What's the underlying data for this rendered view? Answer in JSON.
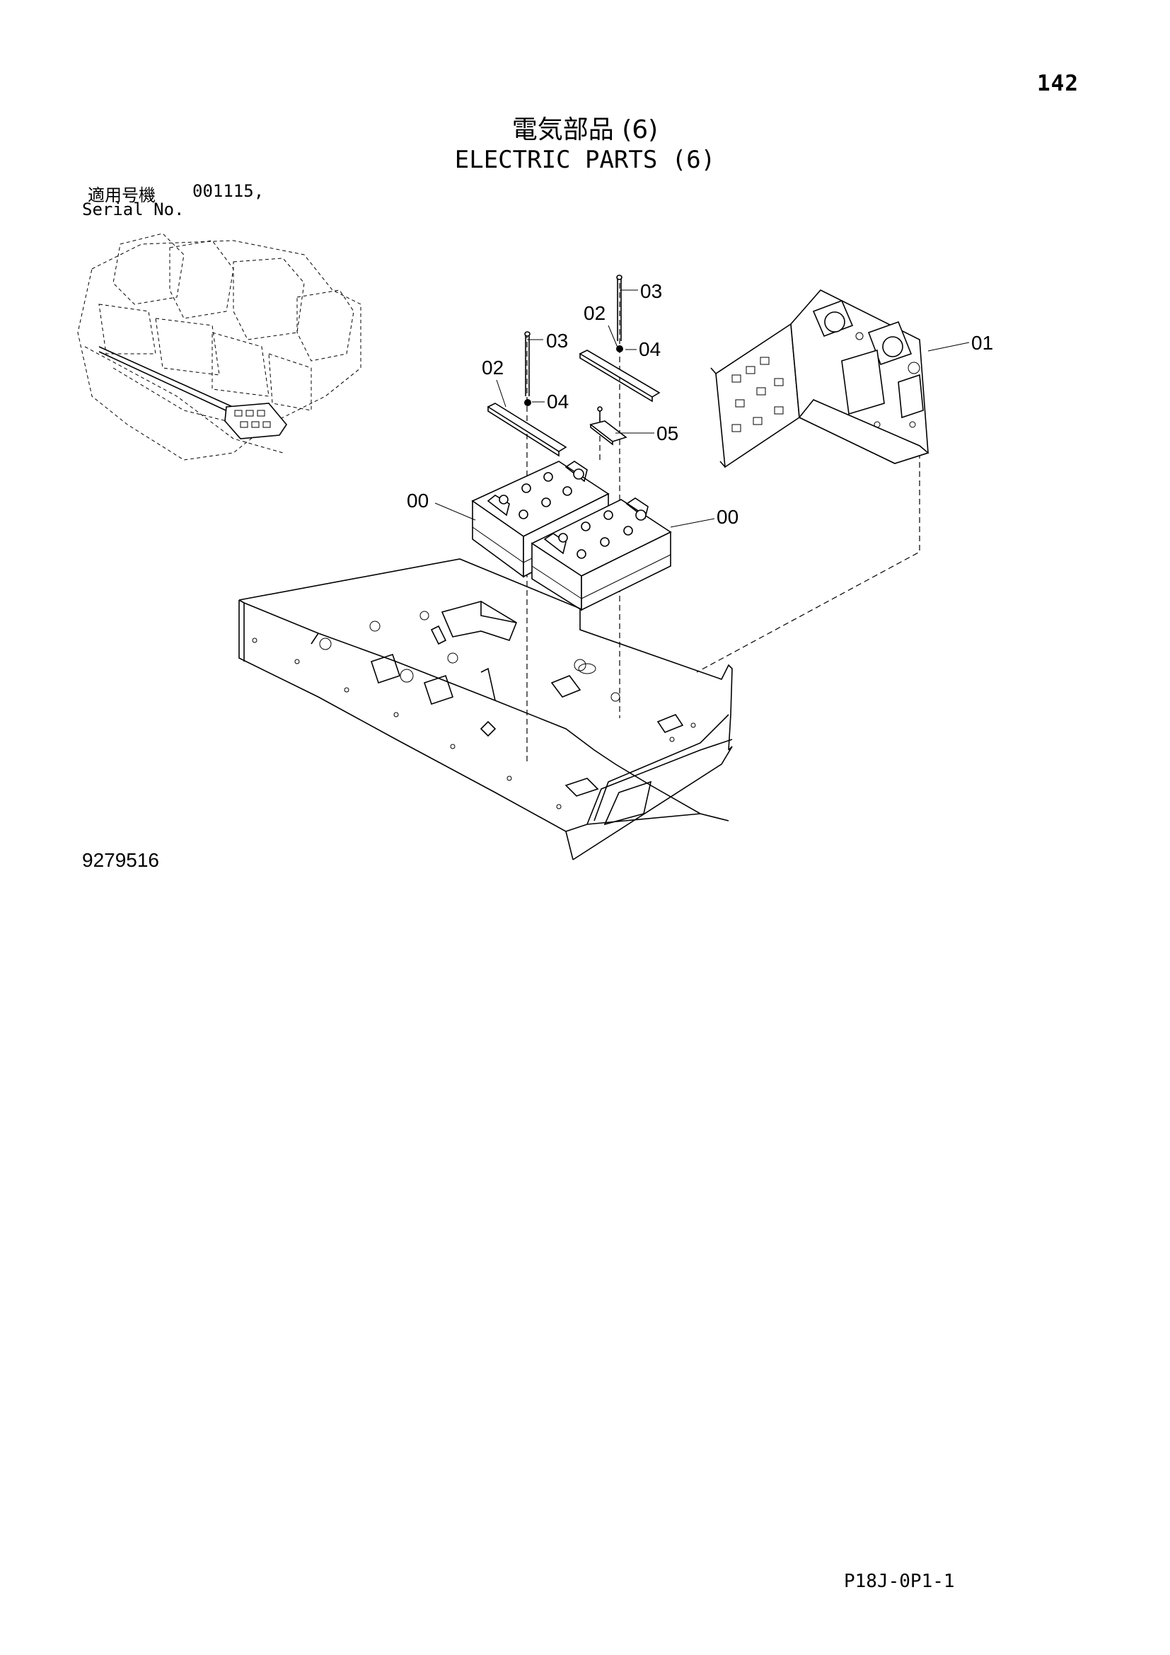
{
  "page": {
    "number": "142",
    "title_jp": "電気部品 (6)",
    "title_en": "ELECTRIC PARTS (6)"
  },
  "serial": {
    "label_jp": "適用号機",
    "value": "001115,",
    "label_en": "Serial No."
  },
  "drawing_number": "9279516",
  "footer_code": "P18J-0P1-1",
  "callouts": {
    "c03a": "03",
    "c02a": "02",
    "c04a": "04",
    "c03b": "03",
    "c02b": "02",
    "c04b": "04",
    "c05": "05",
    "c00a": "00",
    "c00b": "00",
    "c01": "01"
  }
}
